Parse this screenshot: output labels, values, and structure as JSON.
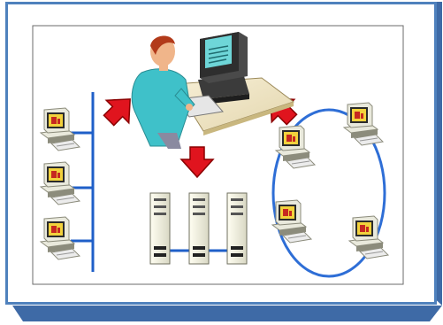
{
  "colors": {
    "frame_outer": "#4f81bd",
    "frame_face": "#ffffff",
    "frame_shadow": "#3e6aa6",
    "panel_bg": "#ffffff",
    "bus_line": "#1f5fc8",
    "ring_line": "#2e6ed6",
    "server_link": "#1f5fc8",
    "arrow_red": "#e0141e",
    "arrow_dark": "#8a0000",
    "pc_body": "#e9e9dc",
    "pc_shadow": "#8c8c7c",
    "screen_bezel": "#2b2b2b",
    "screen_yellow": "#f2d23c",
    "screen_red": "#c62820",
    "desk": "#f0e6c8",
    "person_shirt": "#3fc1c9",
    "person_skin": "#f0b58a",
    "person_hair": "#b23a1a",
    "workstation_screen": "#6ed6d8"
  },
  "icons": {
    "operator": "person-at-workstation-icon",
    "workstation": "desktop-computer-icon",
    "server": "server-tower-icon",
    "client": "desktop-computer-icon",
    "arrow": "red-arrow-icon"
  },
  "topologies": [
    {
      "name": "bus",
      "clients": 3
    },
    {
      "name": "servers",
      "servers": 3
    },
    {
      "name": "ring",
      "clients": 4
    }
  ]
}
